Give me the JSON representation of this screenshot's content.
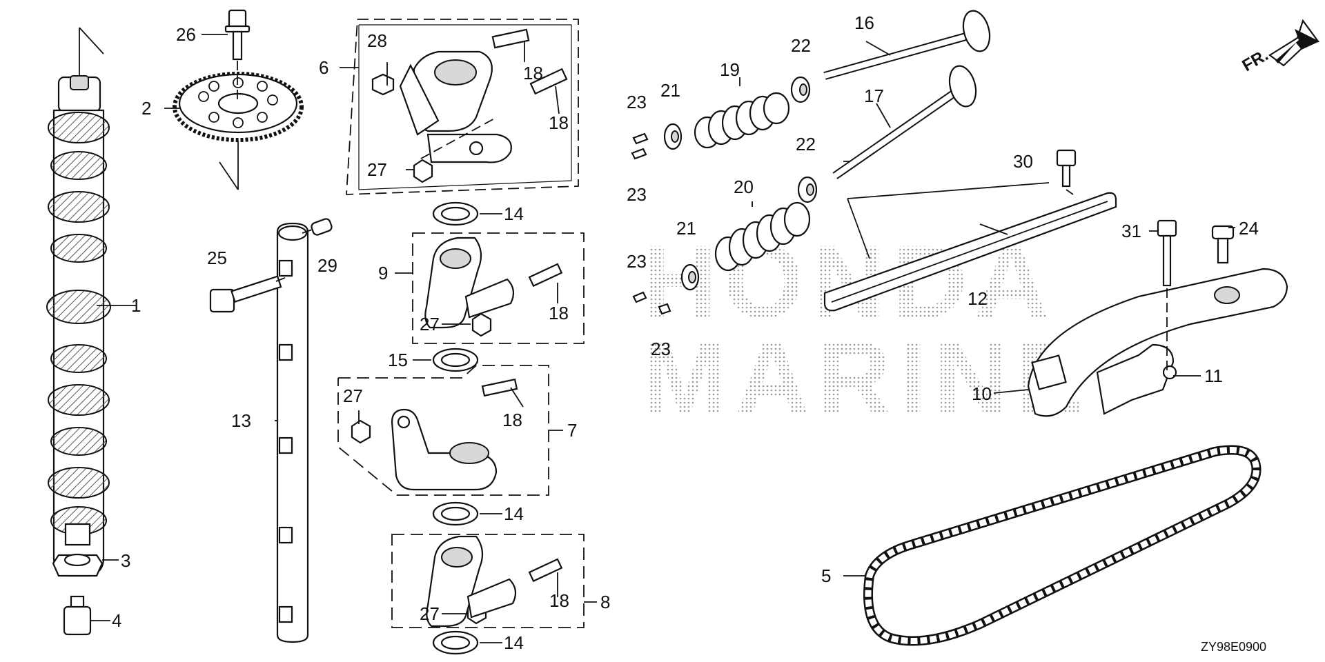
{
  "diagram": {
    "code": "ZY98E0900",
    "front_mark": "FR.",
    "watermark": [
      "HONDA",
      "MARINE"
    ],
    "callouts": [
      "1",
      "2",
      "3",
      "4",
      "5",
      "6",
      "7",
      "8",
      "9",
      "10",
      "11",
      "12",
      "13",
      "14",
      "15",
      "16",
      "17",
      "18",
      "19",
      "20",
      "21",
      "22",
      "23",
      "24",
      "25",
      "26",
      "27",
      "28",
      "29",
      "30",
      "31"
    ]
  }
}
